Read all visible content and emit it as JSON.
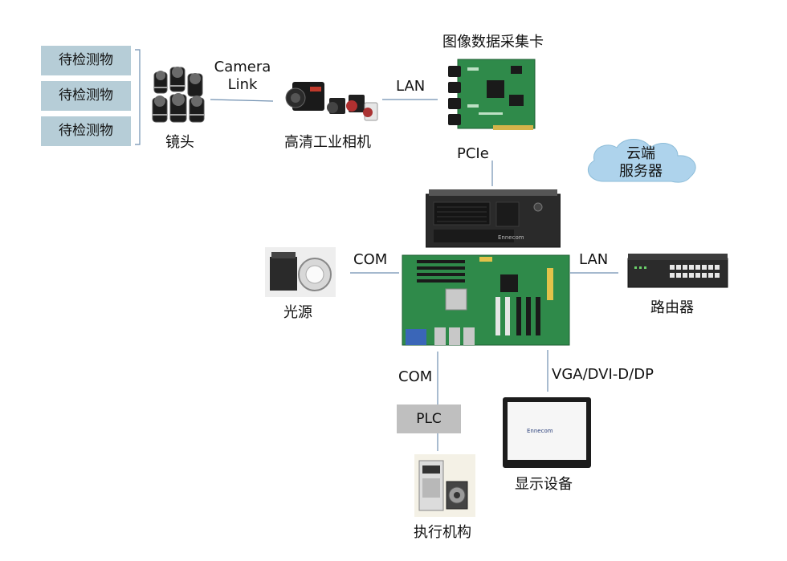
{
  "objects": [
    "待检测物",
    "待检测物",
    "待检测物"
  ],
  "labels": {
    "lens": "镜头",
    "camera_link_1": "Camera",
    "camera_link_2": "Link",
    "camera": "高清工业相机",
    "lan_top": "LAN",
    "capture_card": "图像数据采集卡",
    "pcie": "PCIe",
    "cloud_1": "云端",
    "cloud_2": "服务器",
    "com_left": "COM",
    "lan_right": "LAN",
    "light": "光源",
    "router": "路由器",
    "com_bottom": "COM",
    "vga": "VGA/DVI-D/DP",
    "plc": "PLC",
    "display": "显示设备",
    "actuator": "执行机构"
  },
  "brand": {
    "ipc": "Ennecom",
    "display": "Ennecom"
  },
  "colors": {
    "object_box": "#b6cdd7",
    "plc_box": "#bfbfbf",
    "line": "#6f8fb0",
    "cloud": "#aed3ec",
    "pcb": "#2f8a4a"
  }
}
